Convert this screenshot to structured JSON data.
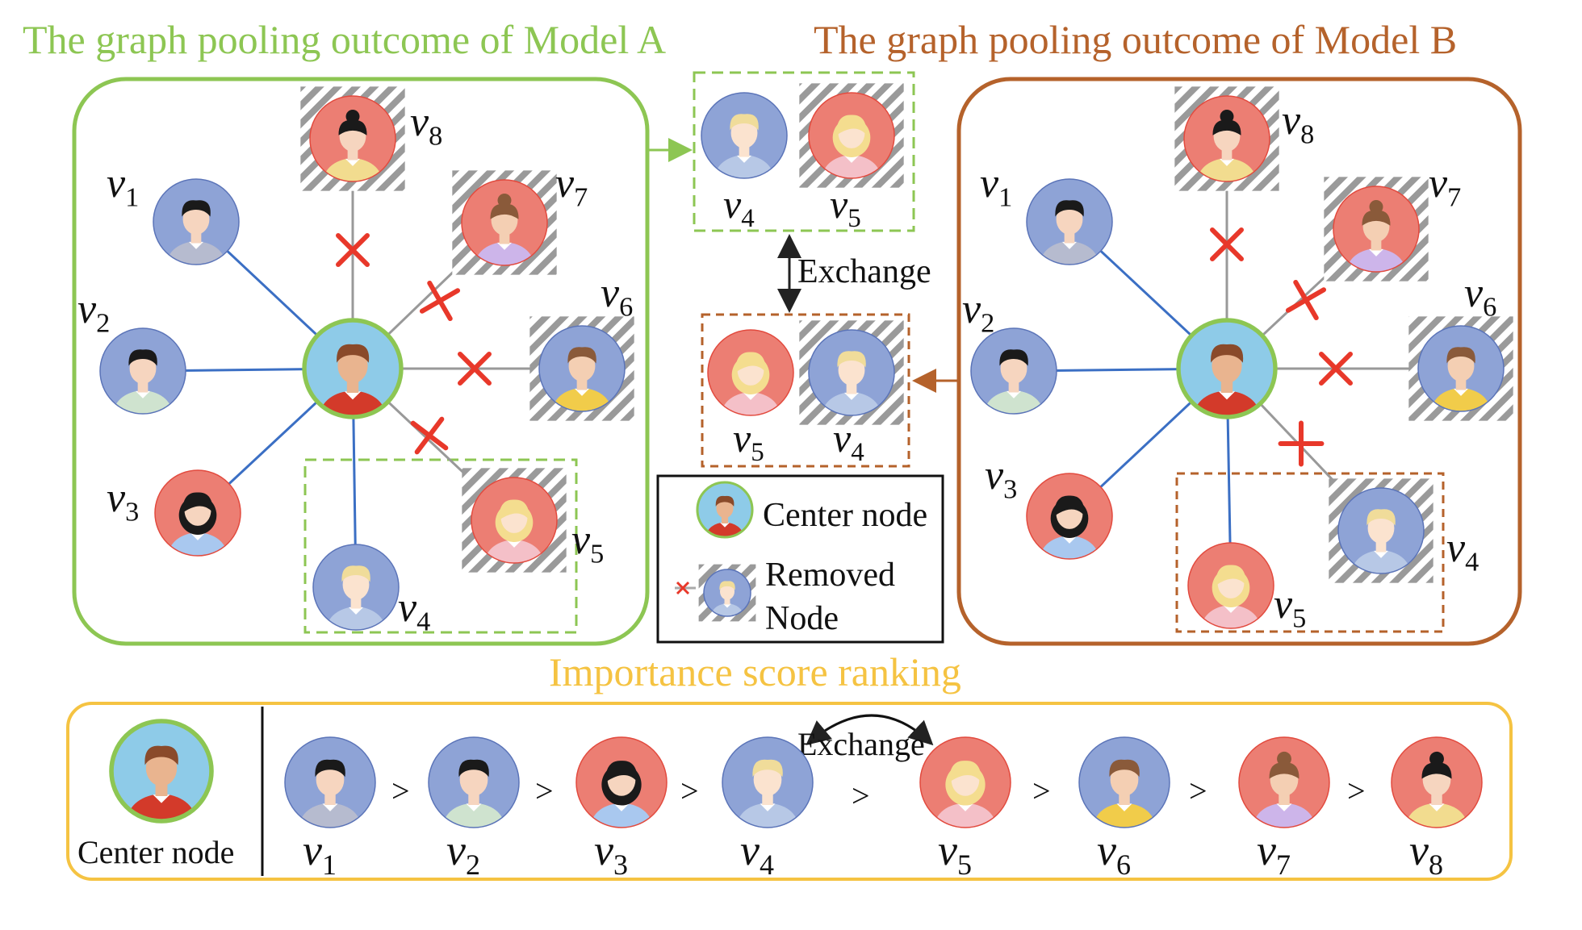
{
  "titles": {
    "model_a": "The graph pooling outcome of Model A",
    "model_b": "The graph pooling outcome of Model B",
    "ranking": "Importance score ranking"
  },
  "labels": {
    "exchange_mid": "Exchange",
    "exchange_rank": "Exchange",
    "center_node_rank": "Center node",
    "legend_center": "Center node",
    "legend_removed_line1": "Removed",
    "legend_removed_line2": "Node"
  },
  "node_labels": {
    "v1": "v1",
    "v2": "v2",
    "v3": "v3",
    "v4": "v4",
    "v5": "v5",
    "v6": "v6",
    "v7": "v7",
    "v8": "v8"
  },
  "ranking": {
    "order": [
      "v1",
      "v2",
      "v3",
      "v4",
      "v5",
      "v6",
      "v7",
      "v8"
    ],
    "separator": ">"
  },
  "colors": {
    "model_a": "#8dc653",
    "model_b": "#b5622b",
    "ranking": "#f5c342",
    "edge_kept": "#3b6fc4",
    "edge_removed": "#999999",
    "cross": "#e8382a",
    "node_blue": "#8ea3d6",
    "node_red": "#ec7e73",
    "center_fill": "#8ecbe8"
  },
  "icons": {
    "removed": "cross-icon",
    "removed_node": "hatched-frame",
    "center": "green-ring-avatar",
    "exchange": "double-arrow-icon"
  }
}
